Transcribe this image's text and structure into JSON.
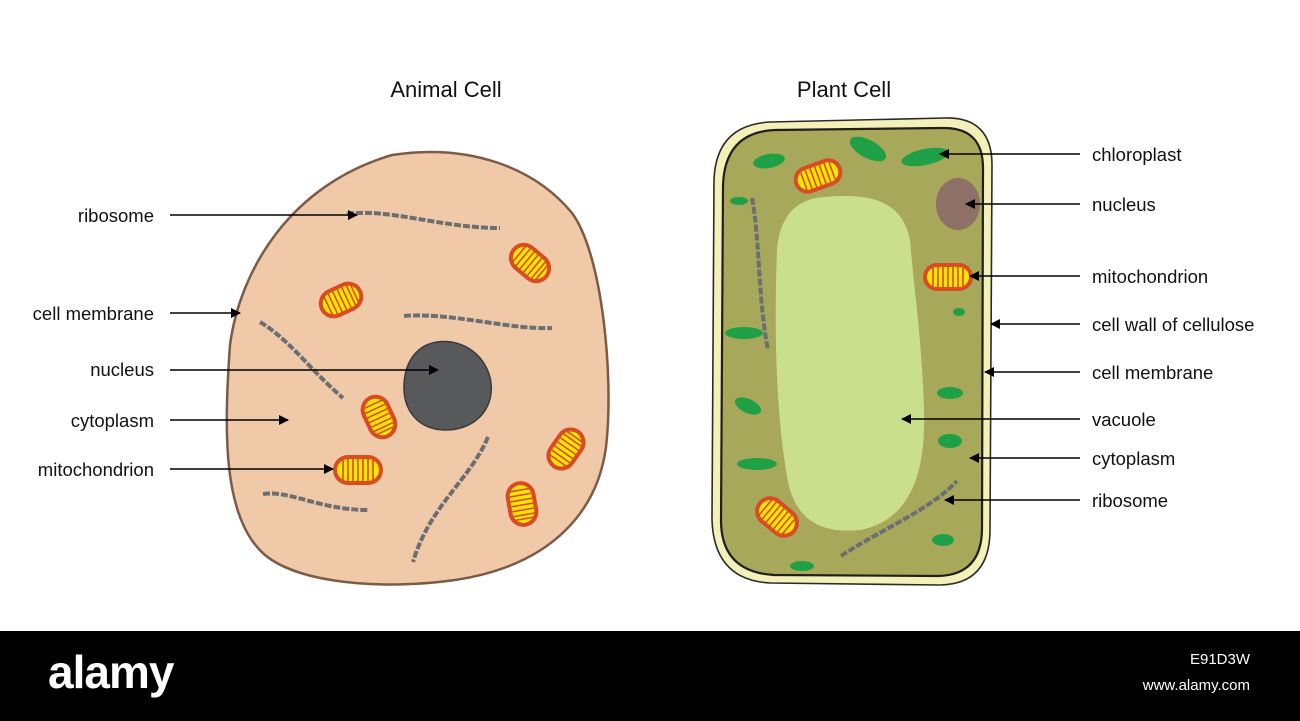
{
  "animal_cell": {
    "title": "Animal Cell",
    "labels": {
      "ribosome": "ribosome",
      "cell_membrane": "cell membrane",
      "nucleus": "nucleus",
      "cytoplasm": "cytoplasm",
      "mitochondrion": "mitochondrion"
    }
  },
  "plant_cell": {
    "title": "Plant Cell",
    "labels": {
      "chloroplast": "chloroplast",
      "nucleus": "nucleus",
      "mitochondrion": "mitochondrion",
      "cell_wall": "cell wall of cellulose",
      "cell_membrane": "cell membrane",
      "vacuole": "vacuole",
      "cytoplasm": "cytoplasm",
      "ribosome": "ribosome"
    }
  },
  "footer": {
    "logo": "alamy",
    "image_id": "E91D3W",
    "site": "www.alamy.com"
  },
  "colors": {
    "animal_cytoplasm": "#f0c9a8",
    "animal_membrane": "#7b5b48",
    "animal_nucleus": "#58595b",
    "plant_wall": "#f4f1b8",
    "plant_cytoplasm": "#a8a85a",
    "plant_vacuole": "#c9df8c",
    "chloroplast": "#1fa046",
    "plant_nucleus": "#8d7066",
    "mitochondrion_outer": "#d94b22",
    "mitochondrion_inner": "#ffe600",
    "ribosome": "#6d6e71"
  }
}
